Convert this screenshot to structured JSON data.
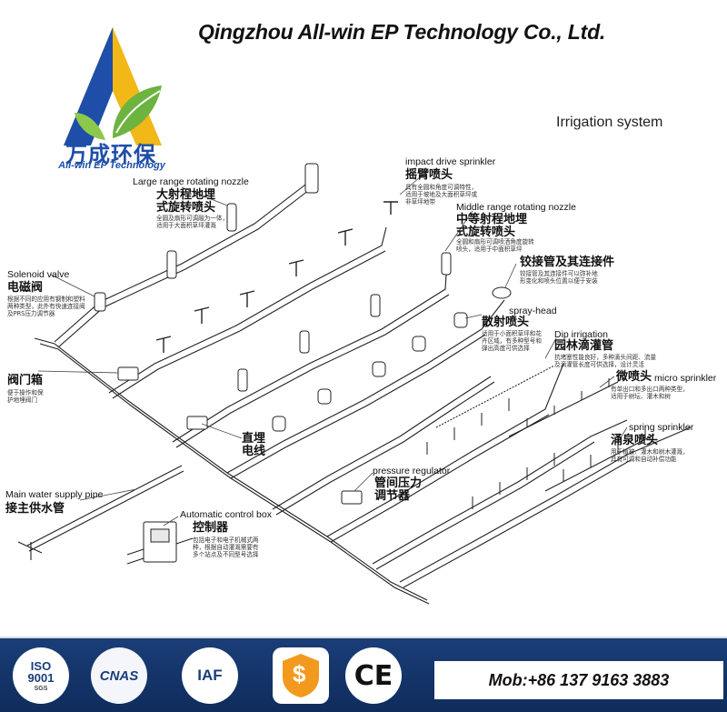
{
  "header": {
    "company": "Qingzhou All-win EP Technology Co., Ltd.",
    "logo_cn": "万成环保",
    "logo_en": "All-win EP Technology"
  },
  "diagram": {
    "title": "Irrigation system",
    "labels": {
      "impact_drive_en": "impact drive sprinkler",
      "impact_drive_cn": "摇臂喷头",
      "impact_drive_desc": "具有全圆和角度可调特性，\n适用于坡地及大面积草坪或\n非草坪地带",
      "large_range_en": "Large range rotating nozzle",
      "large_range_cn": "大射程地埋\n式旋转喷头",
      "large_range_desc": "全圆及扇形可调融为一体，\n适用于大面积草坪灌溉",
      "middle_range_en": "Middle range rotating nozzle",
      "middle_range_cn": "中等射程地埋\n式旋转喷头",
      "middle_range_desc": "全圆和扇形可调喷洒角度旋转\n喷头，适用于中面积草坪",
      "swivel_cn": "铰接管及其连接件",
      "swivel_desc": "铰接管及其连接件可以弥补地\n形变化和喷头位置以便于安装",
      "solenoid_en": "Solenoid valve",
      "solenoid_cn": "电磁阀",
      "solenoid_desc": "根据不同的应用有钢制和塑料\n两种类型，此外有快速连接阀\n及PRS压力调节器",
      "spray_head_en": "spray-head",
      "spray_head_cn": "散射喷头",
      "spray_head_desc": "适用于小面积草坪和花\n卉区域，有多种型号和\n弹出高度可供选择",
      "dip_en": "Dip irrigation",
      "dip_cn": "园林滴灌管",
      "dip_desc": "抗堵塞性能良好，多种滴头间距、流量\n及滴灌管长度可供选择，设计灵活",
      "micro_en": "micro sprinkler",
      "micro_cn": "微喷头",
      "micro_desc": "有单出口和多出口两种类型，\n适用于树坛、灌木和树",
      "valve_box_cn": "阀门箱",
      "valve_box_desc": "便于操作和保\n护地埋阀门",
      "buried_cn": "直埋\n电线",
      "spring_en": "spring sprinkler",
      "spring_cn": "涌泉喷头",
      "spring_desc": "用于植被、灌木和树木灌溉，\n具有可调和自动补偿功能",
      "pressure_en": "pressure regulator",
      "pressure_cn": "管间压力\n调节器",
      "main_water_en": "Main water supply pipe",
      "main_water_cn": "接主供水管",
      "control_en": "Automatic control box",
      "control_cn": "控制器",
      "control_desc": "包括电子和电子机械式两\n种，根据自动灌溉需要有\n多个站点及不同型号选择"
    }
  },
  "footer": {
    "iso_main": "ISO",
    "iso_sub": "9001",
    "iso_sgs": "SGS",
    "cnas": "CNAS",
    "iaf": "IAF",
    "dollar": "$",
    "ce": "CE",
    "mobile": "Mob:+86 137 9163 3883"
  },
  "colors": {
    "brand_blue": "#1e4ea8",
    "footer_navy": "#1a3e78",
    "logo_green": "#6cb33f",
    "logo_yellow": "#f2b817",
    "dollar_orange": "#f39a1e"
  }
}
